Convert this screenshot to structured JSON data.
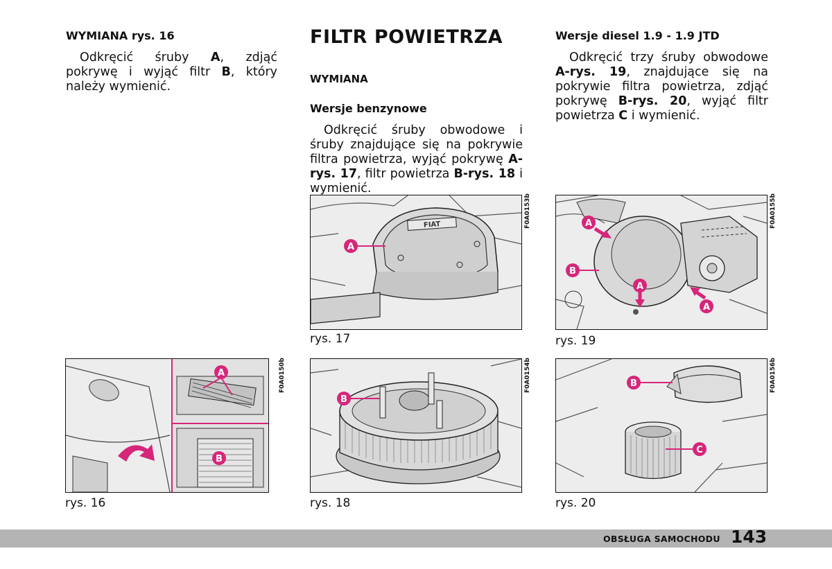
{
  "page_title": "FILTR POWIETRZA",
  "left": {
    "heading": "WYMIANA rys. 16",
    "text_1": "Odkręcić śruby ",
    "bold_a": "A",
    "text_2": ", zdjąć pokrywę i wyjąć filtr ",
    "bold_b": "B",
    "text_3": ", który należy wymienić."
  },
  "middle": {
    "heading": "WYMIANA",
    "subheading": "Wersje benzynowe",
    "text_1": "Odkręcić śruby obwodowe i śruby znajdujące się na pokrywie filtra powietrza, wyjąć pokrywę ",
    "bold_1": "A-rys. 17",
    "text_2": ", filtr powietrza ",
    "bold_2": "B-rys. 18",
    "text_3": " i wymienić."
  },
  "right": {
    "subheading": "Wersje diesel 1.9 - 1.9 JTD",
    "text_1": "Odkręcić trzy śruby obwodowe ",
    "bold_1": "A-rys. 19",
    "text_2": ", znajdujące się na pokrywie filtra powietrza, zdjąć pokrywę ",
    "bold_2": "B-rys. 20",
    "text_3": ", wyjąć filtr powietrza ",
    "bold_3": "C",
    "text_4": " i wymienić."
  },
  "figures": {
    "fig16": {
      "caption": "rys. 16",
      "code": "F0A0150b",
      "labels": [
        "A",
        "B"
      ]
    },
    "fig17": {
      "caption": "rys. 17",
      "code": "F0A0153b",
      "labels": [
        "A"
      ],
      "brand": "FIAT"
    },
    "fig18": {
      "caption": "rys. 18",
      "code": "F0A0154b",
      "labels": [
        "B"
      ]
    },
    "fig19": {
      "caption": "rys. 19",
      "code": "F0A0155b",
      "labels": [
        "A",
        "B",
        "A",
        "A"
      ]
    },
    "fig20": {
      "caption": "rys. 20",
      "code": "F0A0156b",
      "labels": [
        "B",
        "C"
      ]
    }
  },
  "footer": {
    "section": "OBSŁUGA SAMOCHODU",
    "page_number": "143"
  },
  "colors": {
    "accent": "#d6267a",
    "footer_bar": "#b4b4b4"
  }
}
